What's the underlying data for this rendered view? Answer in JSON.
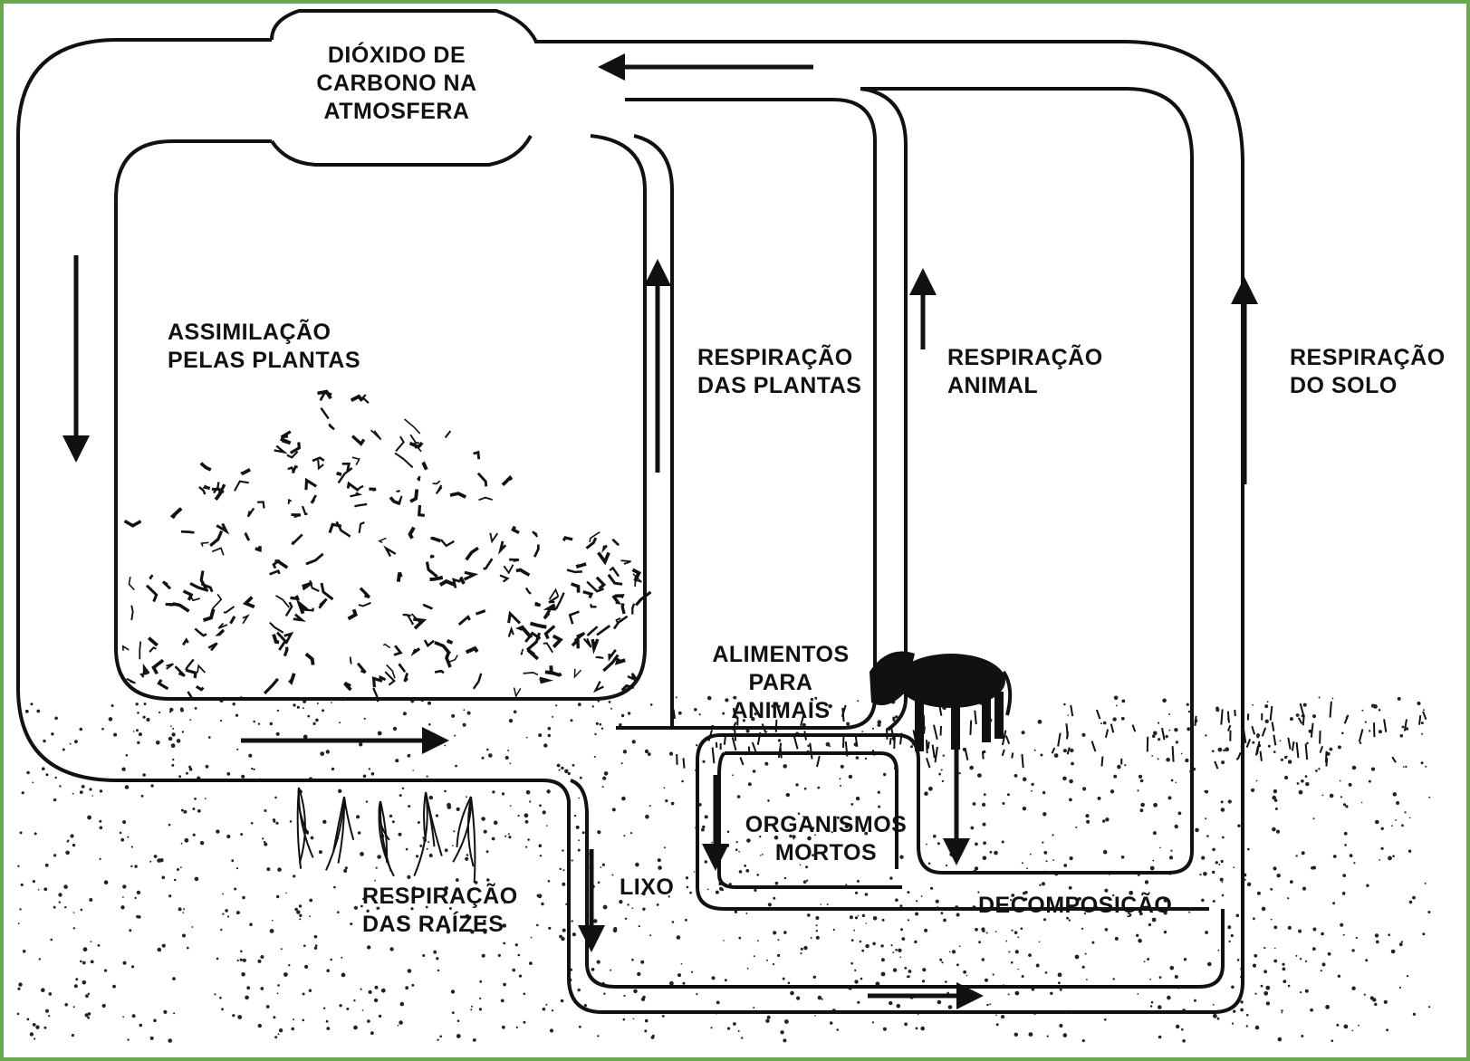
{
  "diagram": {
    "labels": {
      "co2_atmosphere": [
        "DIÓXIDO DE",
        "CARBONO NA",
        "ATMOSFERA"
      ],
      "plant_assimilation": [
        "ASSIMILAÇÃO",
        "PELAS PLANTAS"
      ],
      "plant_respiration": [
        "RESPIRAÇÃO",
        "DAS PLANTAS"
      ],
      "animal_respiration": [
        "RESPIRAÇÃO",
        "ANIMAL"
      ],
      "soil_respiration": [
        "RESPIRAÇÃO",
        "DO SOLO"
      ],
      "animal_food": [
        "ALIMENTOS",
        "PARA",
        "ANIMAIS"
      ],
      "dead_organisms": [
        "ORGANISMOS",
        "MORTOS"
      ],
      "litter": "LIXO",
      "root_respiration": [
        "RESPIRAÇÃO",
        "DAS RAÍZES"
      ],
      "decomposition": "DECOMPOSIÇÃO"
    },
    "colors": {
      "frame_border": "#6aa84f",
      "ink": "#111111",
      "background": "#ffffff"
    },
    "icons": [
      "plant-illustration",
      "animal-illustration",
      "soil-texture",
      "flow-arrow"
    ]
  }
}
